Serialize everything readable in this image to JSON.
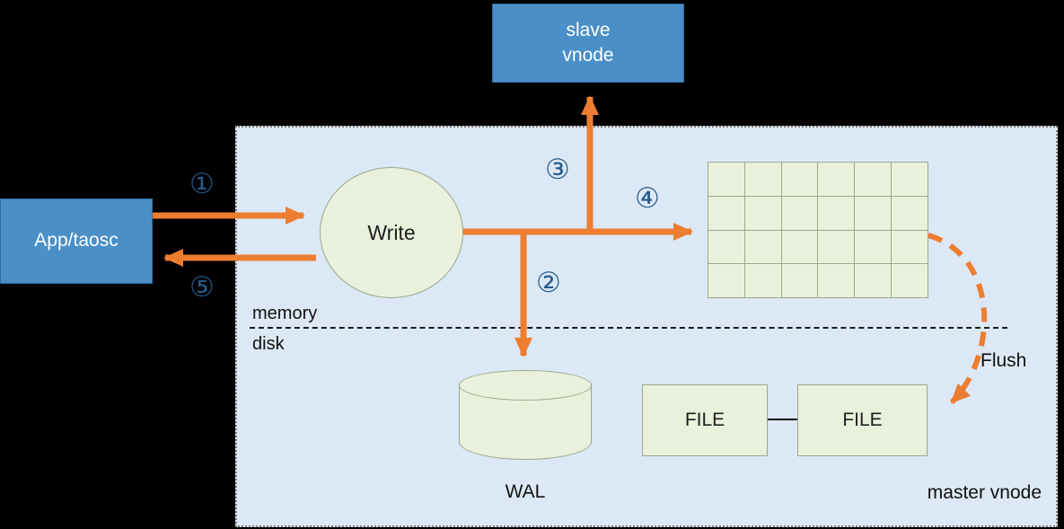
{
  "colors": {
    "background": "#000000",
    "panel_bg": "#dce8f5",
    "panel_border": "#7f7f7f",
    "blue_box_bg": "#4a8fc7",
    "blue_box_border": "#2e6da4",
    "green_bg": "#e9f0dc",
    "green_border": "#9aa98c",
    "arrow": "#ed7d31",
    "number": "#255a88"
  },
  "nodes": {
    "slave_vnode": {
      "label": "slave\nvnode"
    },
    "app_taosc": {
      "label": "App/taosc"
    },
    "write": {
      "label": "Write"
    },
    "wal": {
      "label": "WAL"
    },
    "file_left": {
      "label": "FILE"
    },
    "file_right": {
      "label": "FILE"
    }
  },
  "labels": {
    "memory": "memory",
    "disk": "disk",
    "master_vnode": "master vnode",
    "flush": "Flush"
  },
  "steps": {
    "s1": "①",
    "s2": "②",
    "s3": "③",
    "s4": "④",
    "s5": "⑤"
  },
  "grid": {
    "rows": 4,
    "cols": 6
  }
}
